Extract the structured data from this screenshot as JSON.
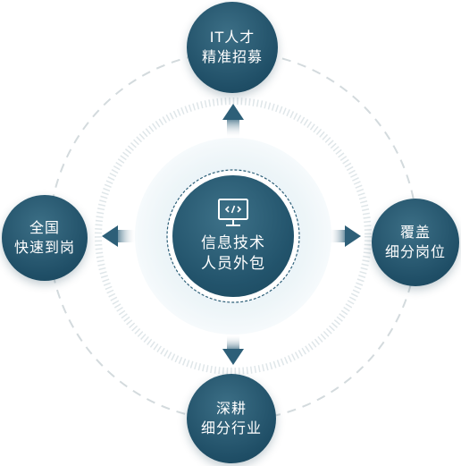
{
  "center": {
    "line1": "信息技术",
    "line2": "人员外包",
    "icon": "code-monitor-icon"
  },
  "nodes": {
    "top": {
      "line1": "IT人才",
      "line2": "精准招募"
    },
    "left": {
      "line1": "全国",
      "line2": "快速到岗"
    },
    "right": {
      "line1": "覆盖",
      "line2": "细分岗位"
    },
    "bottom": {
      "line1": "深耕",
      "line2": "细分行业"
    }
  },
  "colors": {
    "node": "#22536b",
    "arrow": "#2d5f78",
    "ring_dash": "#d0d8dc",
    "halo": "#eef5f8"
  }
}
